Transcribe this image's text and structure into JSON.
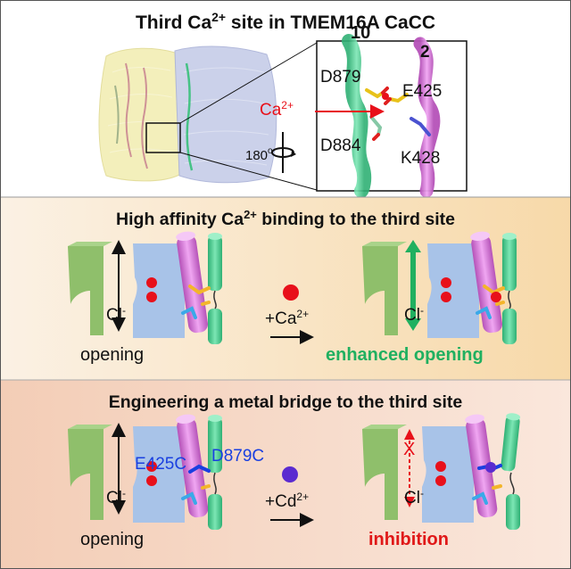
{
  "title": {
    "main": "Third Ca",
    "sup": "2+",
    "rest": " site in TMEM16A CaCC"
  },
  "structure_panel": {
    "helix_10": "10",
    "helix_2": "2",
    "residues": [
      "D879",
      "E425",
      "D884",
      "K428"
    ],
    "ion_label": "Ca",
    "ion_sup": "2+",
    "rotation_label": "180",
    "rotation_sup": "o"
  },
  "section1": {
    "title_a": "High affinity Ca",
    "title_sup": "2+",
    "title_b": " binding to the third site",
    "chloride": "Cl",
    "chloride_sup": "-",
    "left_caption": "opening",
    "reagent": "+Ca",
    "reagent_sup": "2+",
    "right_caption": "enhanced opening"
  },
  "section2": {
    "title": "Engineering a metal bridge to the third site",
    "mutant_1": "E425C",
    "mutant_2": "D879C",
    "chloride": "Cl",
    "chloride_sup": "-",
    "left_caption": "opening",
    "reagent": "+Cd",
    "reagent_sup": "2+",
    "right_caption": "inhibition",
    "block_mark": "X"
  },
  "colors": {
    "green_domain": "#8fbf6b",
    "blue_domain": "#a8c3e8",
    "magenta_helix": "#e37ae6",
    "teal_helix": "#35d48d",
    "ca_ion": "#e8101a",
    "cd_ion": "#5a2bd0",
    "enhanced_text": "#20b060",
    "inhibition_text": "#e01818",
    "mutant_text": "#1a40e0"
  }
}
